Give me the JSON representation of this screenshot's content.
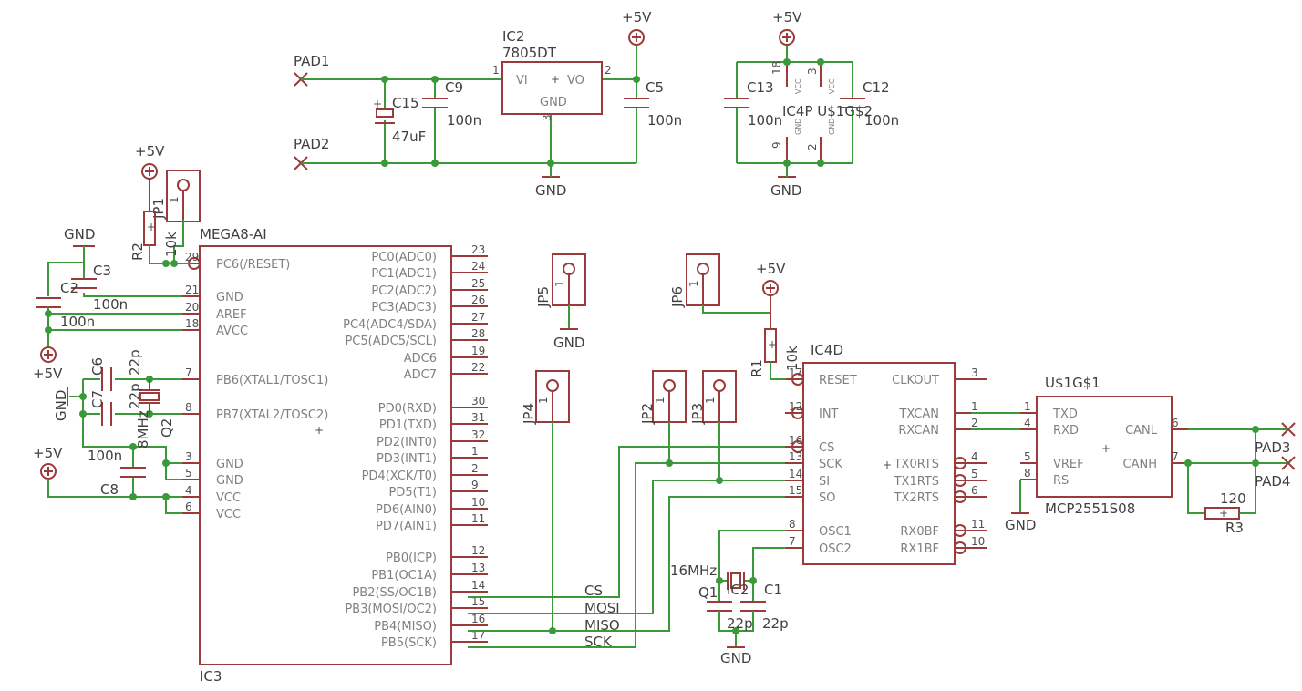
{
  "supply": {
    "vcc": "+5V",
    "gnd": "GND"
  },
  "ic2": {
    "ref": "IC2",
    "value": "7805DT",
    "pin_vi": "VI",
    "pin_vo": "VO",
    "pin_gnd": "GND",
    "n1": "1",
    "n2": "2",
    "n3": "3"
  },
  "pads": {
    "pad1": "PAD1",
    "pad2": "PAD2",
    "pad3": "PAD3",
    "pad4": "PAD4"
  },
  "caps": {
    "c15": "C15",
    "c15_val": "47uF",
    "c9": "C9",
    "c9_val": "100n",
    "c5": "C5",
    "c5_val": "100n",
    "c13": "C13",
    "c13_val": "100n",
    "c12": "C12",
    "c12_val": "100n",
    "c3": "C3",
    "c3_val": "100n",
    "c2": "C2",
    "c2_val": "100n",
    "c6": "C6",
    "c6_val": "22p",
    "c7": "C7",
    "c7_val": "22p",
    "c8": "C8",
    "c8_val": "100n",
    "c1": "C1",
    "c1_val": "22p",
    "c1b_val": "22p"
  },
  "pwr_block": {
    "label": "IC4P U$1G$2",
    "n18": "18",
    "n3": "3",
    "n9": "9",
    "n2": "2",
    "vcc": "VCC",
    "gnd": "GND"
  },
  "res": {
    "r2": "R2",
    "r2_val": "10k",
    "r1": "R1",
    "r1_val": "10k",
    "r3": "R3",
    "r3_val": "120"
  },
  "jumpers": {
    "jp1": "JP1",
    "jp2": "JP2",
    "jp3": "JP3",
    "jp4": "JP4",
    "jp5": "JP5",
    "jp6": "JP6",
    "pin1": "1"
  },
  "xtal": {
    "q2": "Q2",
    "q2_val": "8MHz",
    "q1": "Q1",
    "q1_val": "16MHz",
    "q1_part": "IC2"
  },
  "ic3": {
    "ref": "IC3",
    "value": "MEGA8-AI",
    "left": [
      {
        "num": "29",
        "name": "PC6(/RESET)"
      },
      {
        "num": "21",
        "name": "GND"
      },
      {
        "num": "20",
        "name": "AREF"
      },
      {
        "num": "18",
        "name": "AVCC"
      },
      {
        "num": "7",
        "name": "PB6(XTAL1/TOSC1)"
      },
      {
        "num": "8",
        "name": "PB7(XTAL2/TOSC2)"
      },
      {
        "num": "3",
        "name": "GND"
      },
      {
        "num": "5",
        "name": "GND"
      },
      {
        "num": "4",
        "name": "VCC"
      },
      {
        "num": "6",
        "name": "VCC"
      }
    ],
    "right": [
      {
        "num": "23",
        "name": "PC0(ADC0)"
      },
      {
        "num": "24",
        "name": "PC1(ADC1)"
      },
      {
        "num": "25",
        "name": "PC2(ADC2)"
      },
      {
        "num": "26",
        "name": "PC3(ADC3)"
      },
      {
        "num": "27",
        "name": "PC4(ADC4/SDA)"
      },
      {
        "num": "28",
        "name": "PC5(ADC5/SCL)"
      },
      {
        "num": "19",
        "name": "ADC6"
      },
      {
        "num": "22",
        "name": "ADC7"
      },
      {
        "num": "30",
        "name": "PD0(RXD)"
      },
      {
        "num": "31",
        "name": "PD1(TXD)"
      },
      {
        "num": "32",
        "name": "PD2(INT0)"
      },
      {
        "num": "1",
        "name": "PD3(INT1)"
      },
      {
        "num": "2",
        "name": "PD4(XCK/T0)"
      },
      {
        "num": "9",
        "name": "PD5(T1)"
      },
      {
        "num": "10",
        "name": "PD6(AIN0)"
      },
      {
        "num": "11",
        "name": "PD7(AIN1)"
      },
      {
        "num": "12",
        "name": "PB0(ICP)"
      },
      {
        "num": "13",
        "name": "PB1(OC1A)"
      },
      {
        "num": "14",
        "name": "PB2(SS/OC1B)"
      },
      {
        "num": "15",
        "name": "PB3(MOSI/OC2)"
      },
      {
        "num": "16",
        "name": "PB4(MISO)"
      },
      {
        "num": "17",
        "name": "PB5(SCK)"
      }
    ]
  },
  "nets": {
    "cs": "CS",
    "mosi": "MOSI",
    "miso": "MISO",
    "sck": "SCK"
  },
  "ic4": {
    "ref": "IC4D",
    "left": [
      {
        "num": "17",
        "name": "RESET"
      },
      {
        "num": "12",
        "name": "INT"
      },
      {
        "num": "16",
        "name": "CS"
      },
      {
        "num": "13",
        "name": "SCK"
      },
      {
        "num": "14",
        "name": "SI"
      },
      {
        "num": "15",
        "name": "SO"
      },
      {
        "num": "8",
        "name": "OSC1"
      },
      {
        "num": "7",
        "name": "OSC2"
      }
    ],
    "right": [
      {
        "num": "3",
        "name": "CLKOUT"
      },
      {
        "num": "1",
        "name": "TXCAN"
      },
      {
        "num": "2",
        "name": "RXCAN"
      },
      {
        "num": "4",
        "name": "TX0RTS"
      },
      {
        "num": "5",
        "name": "TX1RTS"
      },
      {
        "num": "6",
        "name": "TX2RTS"
      },
      {
        "num": "11",
        "name": "RX0BF"
      },
      {
        "num": "10",
        "name": "RX1BF"
      }
    ]
  },
  "u1": {
    "ref": "U$1G$1",
    "value": "MCP2551S08",
    "left": [
      {
        "num": "1",
        "name": "TXD"
      },
      {
        "num": "4",
        "name": "RXD"
      },
      {
        "num": "5",
        "name": "VREF"
      },
      {
        "num": "8",
        "name": "RS"
      }
    ],
    "right": [
      {
        "num": "6",
        "name": "CANL"
      },
      {
        "num": "7",
        "name": "CANH"
      }
    ]
  }
}
